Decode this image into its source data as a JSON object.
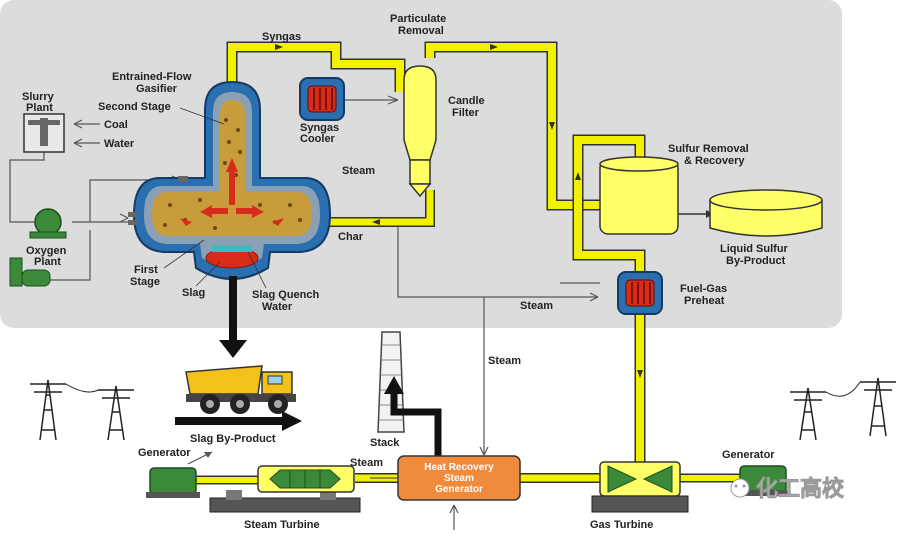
{
  "labels": {
    "syngas": "Syngas",
    "particulate_1": "Particulate",
    "particulate_2": "Removal",
    "gasifier_1": "Entrained-Flow",
    "gasifier_2": "Gasifier",
    "second_stage": "Second Stage",
    "slurry_1": "Slurry",
    "slurry_2": "Plant",
    "coal": "Coal",
    "water": "Water",
    "syngas_cooler_1": "Syngas",
    "syngas_cooler_2": "Cooler",
    "candle_1": "Candle",
    "candle_2": "Filter",
    "steam_1": "Steam",
    "sulfur_1": "Sulfur Removal",
    "sulfur_2": "& Recovery",
    "oxygen_1": "Oxygen",
    "oxygen_2": "Plant",
    "char": "Char",
    "liquid_sulfur_1": "Liquid Sulfur",
    "liquid_sulfur_2": "By-Product",
    "first_stage_1": "First",
    "first_stage_2": "Stage",
    "slag": "Slag",
    "slag_quench_1": "Slag Quench",
    "slag_quench_2": "Water",
    "fuel_gas_1": "Fuel-Gas",
    "fuel_gas_2": "Preheat",
    "steam_2": "Steam",
    "steam_3": "Steam",
    "slag_byproduct": "Slag By-Product",
    "stack": "Stack",
    "generator_left": "Generator",
    "generator_right": "Generator",
    "steam_4": "Steam",
    "hrsg_1": "Heat Recovery",
    "hrsg_2": "Steam",
    "hrsg_3": "Generator",
    "steam_turbine": "Steam Turbine",
    "gas_turbine": "Gas Turbine"
  },
  "watermark": "化工高校",
  "colors": {
    "panel": "#dcdcdc",
    "pipe": "#f2f200",
    "vessel_yellow": "#ffff66",
    "gasifier_shell": "#2a6fb0",
    "hrsg": "#f08a3c",
    "red": "#d92b1a",
    "turbine_green": "#3a8a3a"
  }
}
